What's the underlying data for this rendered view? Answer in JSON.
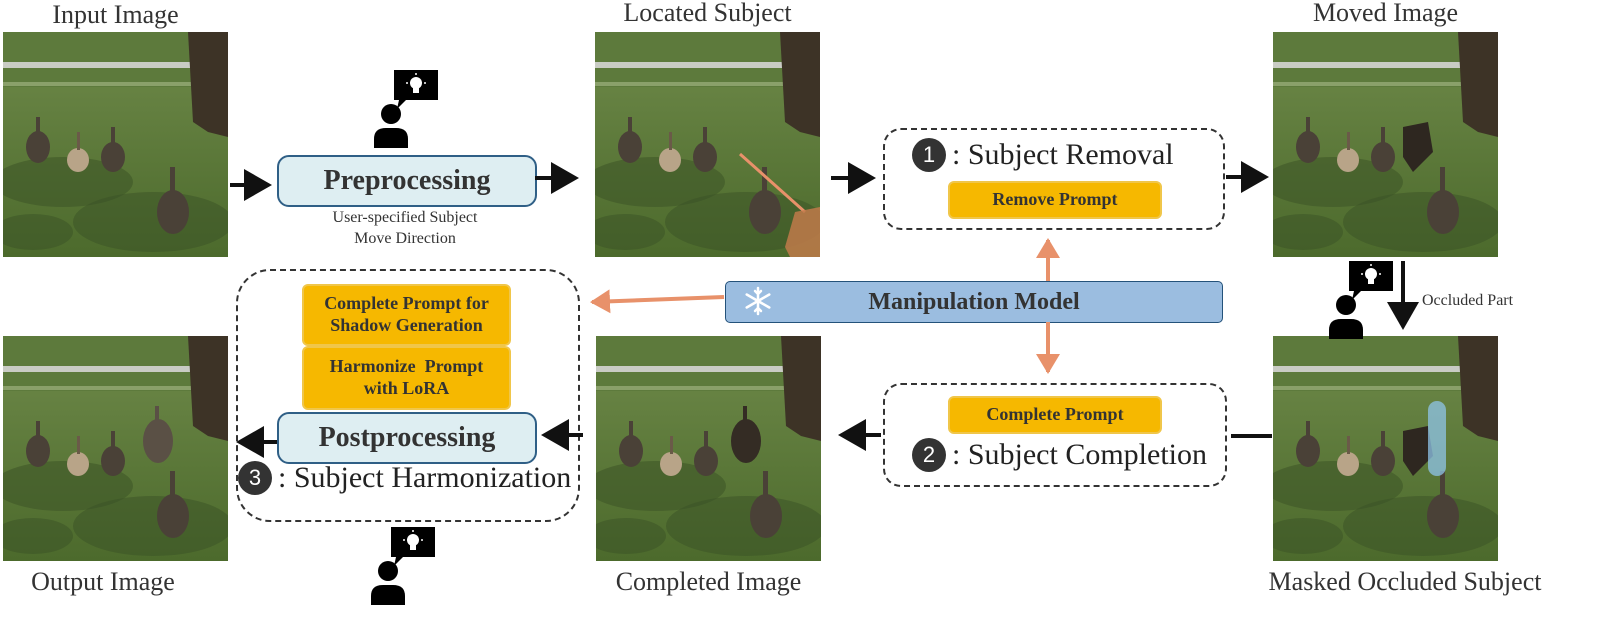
{
  "captions": {
    "input": "Input Image",
    "located": "Located Subject",
    "moved": "Moved Image",
    "output": "Output Image",
    "completed": "Completed Image",
    "masked": "Masked Occluded Subject"
  },
  "preprocessing": {
    "label": "Preprocessing",
    "note_line1": "User-specified Subject",
    "note_line2": "Move Direction"
  },
  "step1": {
    "number": "1",
    "label": ": Subject Removal",
    "prompt": "Remove Prompt"
  },
  "step2": {
    "number": "2",
    "label": ": Subject Completion",
    "prompt": "Complete Prompt"
  },
  "step3": {
    "number": "3",
    "label": ": Subject Harmonization",
    "postprocessing": "Postprocessing",
    "prompt_shadow_line1": "Complete Prompt for",
    "prompt_shadow_line2": "Shadow Generation",
    "prompt_harmonize_line1": "Harmonize  Prompt",
    "prompt_harmonize_line2": "with LoRA"
  },
  "model": {
    "label": "Manipulation Model",
    "icon": "snowflake-icon"
  },
  "occluded_part": "Occluded Part",
  "colors": {
    "accent_arrow": "#e8916a",
    "prompt": "#f6b800",
    "model": "#9bbde0",
    "stage": "#deeef2"
  }
}
